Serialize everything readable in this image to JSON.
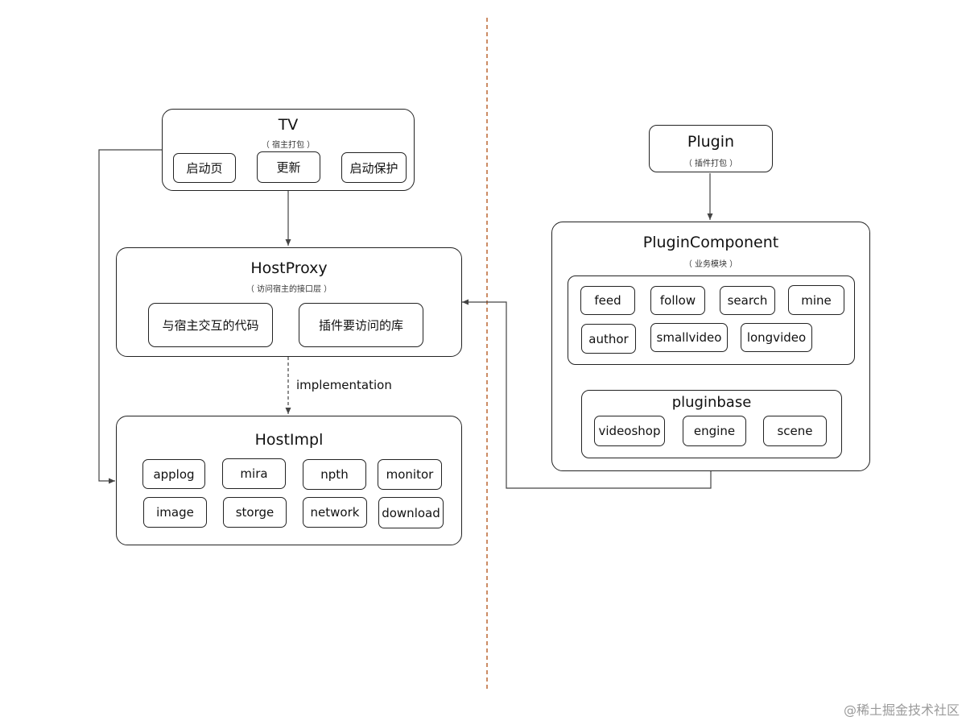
{
  "divider_color": "#c0703f",
  "tv": {
    "title": "TV",
    "subtitle": "（ 宿主打包 ）",
    "items": [
      "启动页",
      "更新",
      "启动保护"
    ]
  },
  "host_proxy": {
    "title": "HostProxy",
    "subtitle": "（ 访问宿主的接口层 ）",
    "items": [
      "与宿主交互的代码",
      "插件要访问的库"
    ]
  },
  "implementation_label": "implementation",
  "host_impl": {
    "title": "HostImpl",
    "items": [
      "applog",
      "mira",
      "npth",
      "monitor",
      "image",
      "storge",
      "network",
      "download"
    ]
  },
  "plugin": {
    "title": "Plugin",
    "subtitle": "（ 插件打包 ）"
  },
  "plugin_component": {
    "title": "PluginComponent",
    "subtitle": "（ 业务模块 ）",
    "modules": [
      "feed",
      "follow",
      "search",
      "mine",
      "author",
      "smallvideo",
      "longvideo"
    ]
  },
  "pluginbase": {
    "title": "pluginbase",
    "items": [
      "videoshop",
      "engine",
      "scene"
    ]
  },
  "watermark": "@稀土掘金技术社区"
}
